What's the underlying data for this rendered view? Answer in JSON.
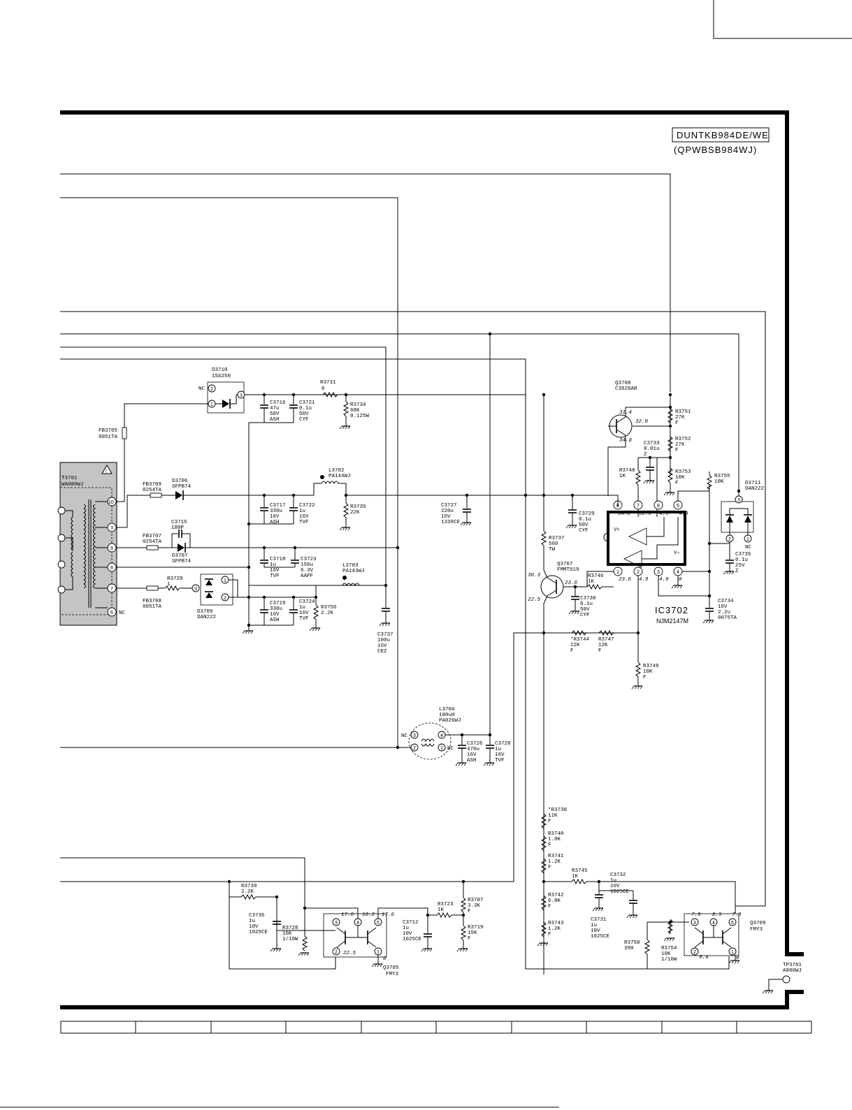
{
  "header": {
    "model": "DUNTKB984DE/WE",
    "part_code": "(QPWBSB984WJ)"
  },
  "ic": {
    "ref": "IC3702",
    "part": "NJM2147M",
    "vplus": "V+",
    "vminus": "V–",
    "pins": [
      "1",
      "2",
      "3",
      "4",
      "5",
      "6",
      "7",
      "8"
    ],
    "pin_volts": [
      "23.6",
      "4.9",
      "4.9",
      "0",
      "4.9",
      "34.8",
      "32.0",
      "4.9"
    ]
  },
  "transformer": {
    "ref": "T3701",
    "part": "WA080WJ",
    "pins": [
      "10",
      "3",
      "9",
      "8",
      "7",
      "6"
    ],
    "nc": "NC",
    "warning": "!"
  },
  "components": {
    "d3710": [
      "D3710",
      "1SS250"
    ],
    "fb3705": [
      "FB3705",
      "0051TA"
    ],
    "fb3709": [
      "FB3709",
      "0254TA"
    ],
    "d3706": [
      "D3706",
      "SFPB74"
    ],
    "c3715": [
      "C3715",
      "180P"
    ],
    "fb3707": [
      "FB3707",
      "0254TA"
    ],
    "d3707": [
      "D3707",
      "SFPB74"
    ],
    "fb3708": [
      "FB3708",
      "0051TA"
    ],
    "r3729": [
      "R3729",
      "1"
    ],
    "d3709": [
      "D3709",
      "DAN222"
    ],
    "c3716": [
      "C3716",
      "47u",
      "50V",
      "ASH"
    ],
    "c3721": [
      "C3721",
      "0.1u",
      "50V",
      "CYF"
    ],
    "r3731": [
      "R3731",
      "0"
    ],
    "r3734": [
      "R3734",
      "68K",
      "0.125W"
    ],
    "l3702": [
      "L3702",
      "PA144WJ"
    ],
    "c3717": [
      "C3717",
      "330u",
      "16V",
      "ASH"
    ],
    "c3722": [
      "C3722",
      "1u",
      "16V",
      "TVF"
    ],
    "r3735": [
      "R3735",
      "22K"
    ],
    "c3718": [
      "C3718",
      "1u",
      "16V",
      "TVF"
    ],
    "c3723": [
      "C3723",
      "150u",
      "6.3V",
      "AAPF"
    ],
    "l3703": [
      "L3703",
      "PA143WJ"
    ],
    "c3719": [
      "C3719",
      "330u",
      "16V",
      "ASH"
    ],
    "c3724": [
      "C3724",
      "1u",
      "16V",
      "TVF"
    ],
    "r3756": [
      "R3756",
      "2.2K"
    ],
    "c3737": [
      "C3737",
      "100u",
      "16V",
      "CEZ"
    ],
    "c3727": [
      "C3727",
      "220u",
      "16V",
      "1339CE"
    ],
    "q3708": [
      "Q3708",
      "C3928AR"
    ],
    "q3708_volts": [
      "31.4",
      "32.0",
      "34.8"
    ],
    "c3733": [
      "C3733",
      "0.01u",
      "Z"
    ],
    "r3751": [
      "R3751",
      "27K",
      "F"
    ],
    "r3752": [
      "R3752",
      "27K",
      "F"
    ],
    "r3753": [
      "R3753",
      "10K",
      "F"
    ],
    "r3748": [
      "R3748",
      "1K"
    ],
    "r3755": [
      "R3755",
      "10K"
    ],
    "d3711": [
      "D3711",
      "DAN222"
    ],
    "c3729": [
      "C3729",
      "0.1u",
      "50V",
      "CYF"
    ],
    "r3737": [
      "R3737",
      "560",
      "TW"
    ],
    "q3707": [
      "Q3707",
      "FMMT619"
    ],
    "q3707_volts": [
      "30.3",
      "23.6",
      "22.5"
    ],
    "r3746": [
      "R3746",
      "1K"
    ],
    "c3730": [
      "C3730",
      "0.1u",
      "50V",
      "CYF"
    ],
    "c3735": [
      "C3735",
      "0.1u",
      "25V",
      "Z"
    ],
    "c3734": [
      "C3734",
      "16V",
      "2.2u",
      "0075TA"
    ],
    "r3744": [
      "*R3744",
      "22K",
      "F"
    ],
    "r3747": [
      "R3747",
      "12K",
      "F"
    ],
    "r3749": [
      "R3749",
      "10K",
      "F"
    ],
    "l3704": [
      "L3704",
      "100uH",
      "PA026WJ"
    ],
    "c3726": [
      "C3726",
      "470u",
      "16V",
      "ASH"
    ],
    "c3728": [
      "C3728",
      "1u",
      "16V",
      "TVF"
    ],
    "r3738": [
      "*R3738",
      "11K",
      "F"
    ],
    "r3740": [
      "R3740",
      "1.8K",
      "F"
    ],
    "r3741": [
      "R3741",
      "1.2K",
      "F"
    ],
    "r3745": [
      "R3745",
      "1K"
    ],
    "r3742": [
      "R3742",
      "6.8K",
      "F"
    ],
    "r3743": [
      "R3743",
      "1.2K",
      "F"
    ],
    "c3732": [
      "C3732",
      "1u",
      "10V",
      "1025CE"
    ],
    "c3731": [
      "C3731",
      "1u",
      "10V",
      "1025CE"
    ],
    "r3750": [
      "R3750",
      "390"
    ],
    "r3754": [
      "R3754",
      "10K",
      "1/10W"
    ],
    "q3709": [
      "Q3709",
      "FMY3"
    ],
    "q3709_volts": [
      "7.9",
      "8.5",
      "7.9",
      "9.4",
      "0"
    ],
    "tp3701": [
      "TP3701",
      "A006WJ"
    ],
    "r3739": [
      "R3739",
      "2.2K"
    ],
    "c3736": [
      "C3736",
      "1u",
      "10V",
      "1025CE"
    ],
    "r3728": [
      "R3728",
      "10K",
      "1/10W"
    ],
    "q3705": [
      "Q3705",
      "FMY3"
    ],
    "q3705_volts": [
      "17.6",
      "18.2",
      "17.6",
      "22.5",
      "0"
    ],
    "c3712": [
      "C3712",
      "1u",
      "10V",
      "1025CE"
    ],
    "r3723": [
      "R3723",
      "1K"
    ],
    "r3707": [
      "R3707",
      "3.3K",
      "F"
    ],
    "r3719": [
      "R3719",
      "15K",
      "F"
    ]
  },
  "pin_labels": {
    "one": "1",
    "two": "2",
    "three": "3",
    "four": "4",
    "five": "5",
    "six": "6",
    "nc": "NC"
  }
}
